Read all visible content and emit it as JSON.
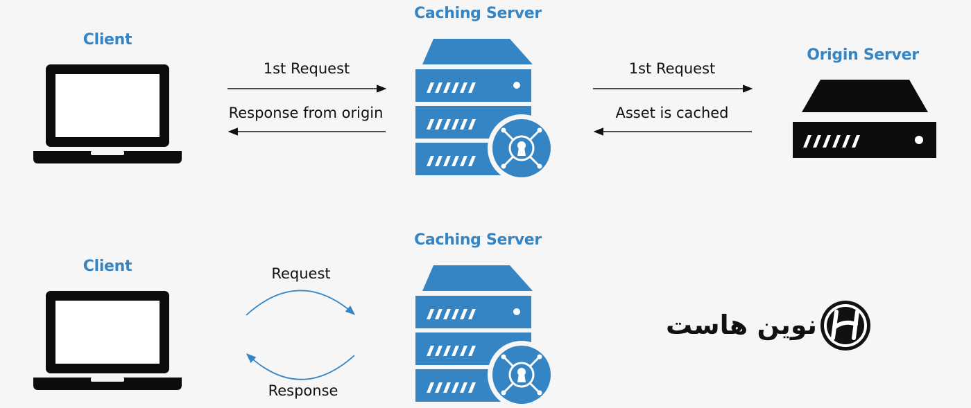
{
  "colors": {
    "accent": "#3585c5",
    "ink": "#111111",
    "background": "#f6f6f6"
  },
  "top_row": {
    "client_label": "Client",
    "caching_label": "Caching Server",
    "origin_label": "Origin Server",
    "left_request": "1st Request",
    "left_response": "Response from origin",
    "right_request": "1st Request",
    "right_response": "Asset is cached"
  },
  "bottom_row": {
    "client_label": "Client",
    "caching_label": "Caching Server",
    "request": "Request",
    "response": "Response"
  },
  "brand": {
    "name": "نوین هاست",
    "logo_icon": "novin-host-logo"
  }
}
